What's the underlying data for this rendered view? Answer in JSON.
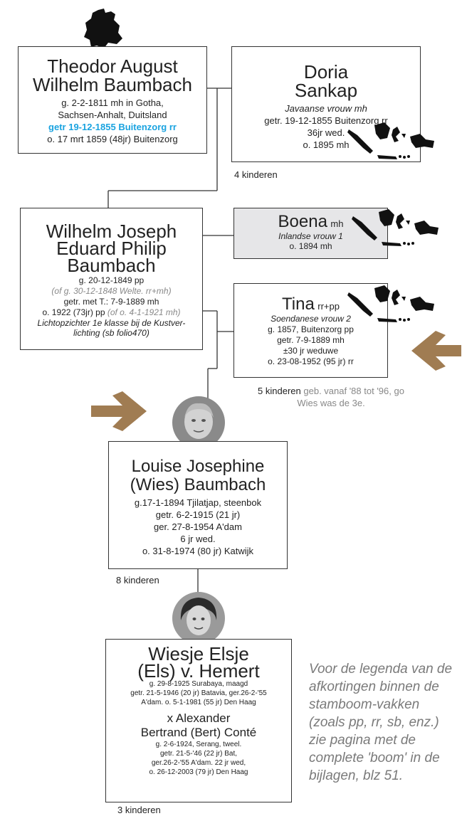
{
  "theodor": {
    "name1": "Theodor August",
    "name2": "Wilhelm Baumbach",
    "l1": "g. 2-2-1811 mh in Gotha,",
    "l2": "Sachsen-Anhalt, Duitsland",
    "l3": "getr 19-12-1855 Buitenzorg rr",
    "l4": "o. 17 mrt 1859 (48jr) Buitenzorg"
  },
  "doria": {
    "name1": "Doria",
    "name2": "Sankap",
    "l1": "Javaanse vrouw mh",
    "l2": "getr. 19-12-1855 Buitenzorg rr",
    "l3": "36jr wed.",
    "l4": "o. 1895 mh",
    "kids": "4 kinderen"
  },
  "wilhelm": {
    "name1": "Wilhelm Joseph",
    "name2": "Eduard Philip",
    "name3": "Baumbach",
    "l1": "g. 20-12-1849 pp",
    "l2": "(of g. 30-12-1848 Welte. rr+mh)",
    "l3": "getr. met T.: 7-9-1889 mh",
    "l4a": "o. 1922 (73jr) pp ",
    "l4b": "(of o. 4-1-1921 mh)",
    "l5": "Lichtopzichter 1e klasse bij de Kustver-",
    "l6": "lichting (sb folio470)"
  },
  "boena": {
    "name": "Boena",
    "suffix": "mh",
    "l1": "Inlandse vrouw 1",
    "l2": "o. 1894 mh"
  },
  "tina": {
    "name": "Tina",
    "suffix": "rr+pp",
    "l1": "Soendanese vrouw 2",
    "l2": "g. 1857, Buitenzorg pp",
    "l3": "getr. 7-9-1889 mh",
    "l4": "±30 jr weduwe",
    "l5": "o. 23-08-1952 (95 jr) rr",
    "kids_bold": "5 kinderen",
    "kids_rest1": " geb. vanaf '88 tot '96, go",
    "kids_rest2": "Wies was de 3e."
  },
  "louise": {
    "name1": "Louise Josephine",
    "name2": "(Wies) Baumbach",
    "l1": "g.17-1-1894 Tjilatjap, steenbok",
    "l2": "getr. 6-2-1915 (21 jr)",
    "l3": "ger. 27-8-1954 A'dam",
    "l4": "6 jr wed.",
    "l5": "o. 31-8-1974 (80 jr) Katwijk",
    "kids": "8 kinderen"
  },
  "wiesje": {
    "name1": "Wiesje Elsje",
    "name2": "(Els) v. Hemert",
    "l1": "g. 29-8-1925 Surabaya, maagd",
    "l2": "getr. 21-5-1946 (20 jr) Batavia, ger.26-2-'55",
    "l3": "A'dam.  o. 5-1-1981 (55 jr) Den Haag",
    "x1": "x Alexander",
    "x2": "Bertrand (Bert) Conté",
    "m1": "g. 2-6-1924, Serang, tweel.",
    "m2": "getr. 21-5-'46 (22 jr) Bat,",
    "m3": "ger.26-2-'55 A'dam. 22 jr wed,",
    "m4": "o. 26-12-2003 (79 jr) Den Haag",
    "kids": "3 kinderen"
  },
  "note": "Voor de legenda van de afkortingen binnen de stamboom-vakken (zoals pp, rr, sb, enz.) zie pagina met de complete 'boom' in de bijlagen, blz 51.",
  "colors": {
    "arrow": "#a07c52",
    "highlight": "#1aa3e0",
    "box_grey": "#e6e6e8"
  }
}
